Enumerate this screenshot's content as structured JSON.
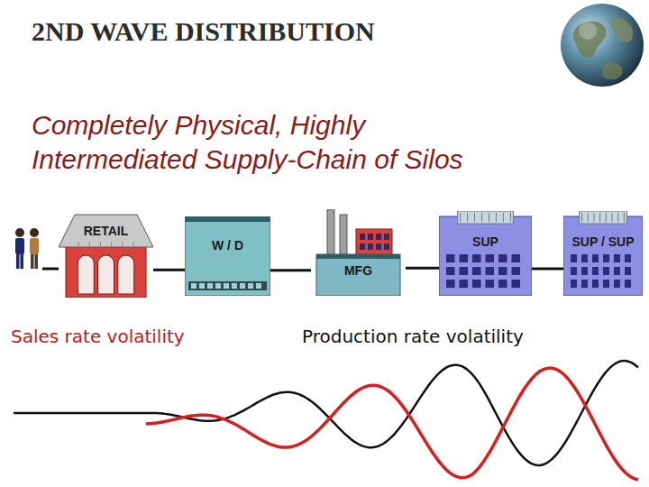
{
  "diagram": {
    "title": "2ND WAVE DISTRIBUTION",
    "nodes": [
      {
        "text": [
          "RETAIL"
        ]
      },
      {
        "text": [
          "W / D"
        ]
      },
      {
        "text": [
          "MFG"
        ]
      },
      {
        "text": [
          "SUP"
        ]
      },
      {
        "text": [
          "SUP / SUP"
        ]
      }
    ],
    "edges": [
      {
        "from": 0,
        "to": 1,
        "arrow": "none"
      },
      {
        "from": 1,
        "to": 2,
        "arrow": "none"
      },
      {
        "from": 2,
        "to": 3,
        "arrow": "none"
      },
      {
        "from": 3,
        "to": 4,
        "arrow": "none"
      }
    ],
    "labels": [
      "Completely Physical, Highly Intermediated Supply-Chain of Silos",
      "Sales rate volatility",
      "Production rate volatility"
    ]
  }
}
